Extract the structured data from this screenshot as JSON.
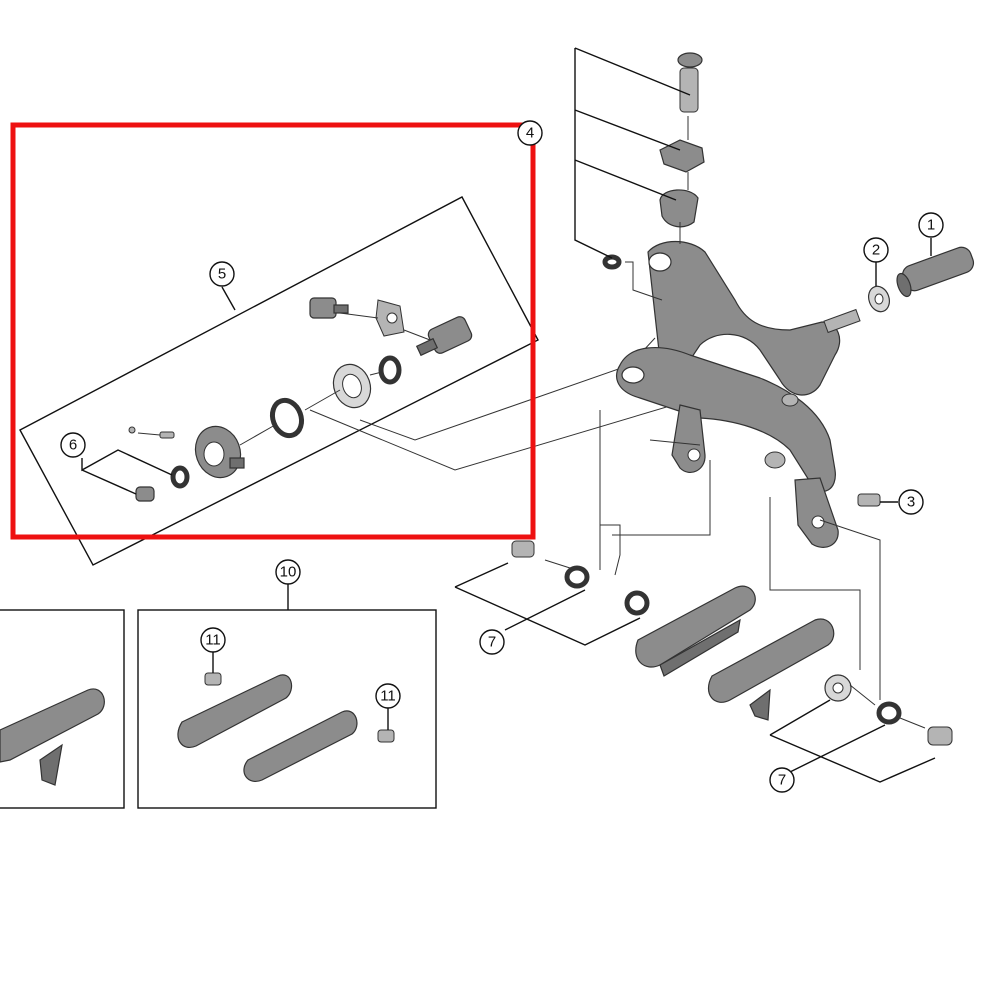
{
  "diagram": {
    "callouts": {
      "c1": "1",
      "c2": "2",
      "c3": "3",
      "c4": "4",
      "c5": "5",
      "c6": "6",
      "c7a": "7",
      "c7b": "7",
      "c10": "10",
      "c11a": "11",
      "c11b": "11"
    },
    "colors": {
      "highlight": "#ee1111",
      "parts": "#8c8c8c",
      "outline": "#333333"
    }
  }
}
